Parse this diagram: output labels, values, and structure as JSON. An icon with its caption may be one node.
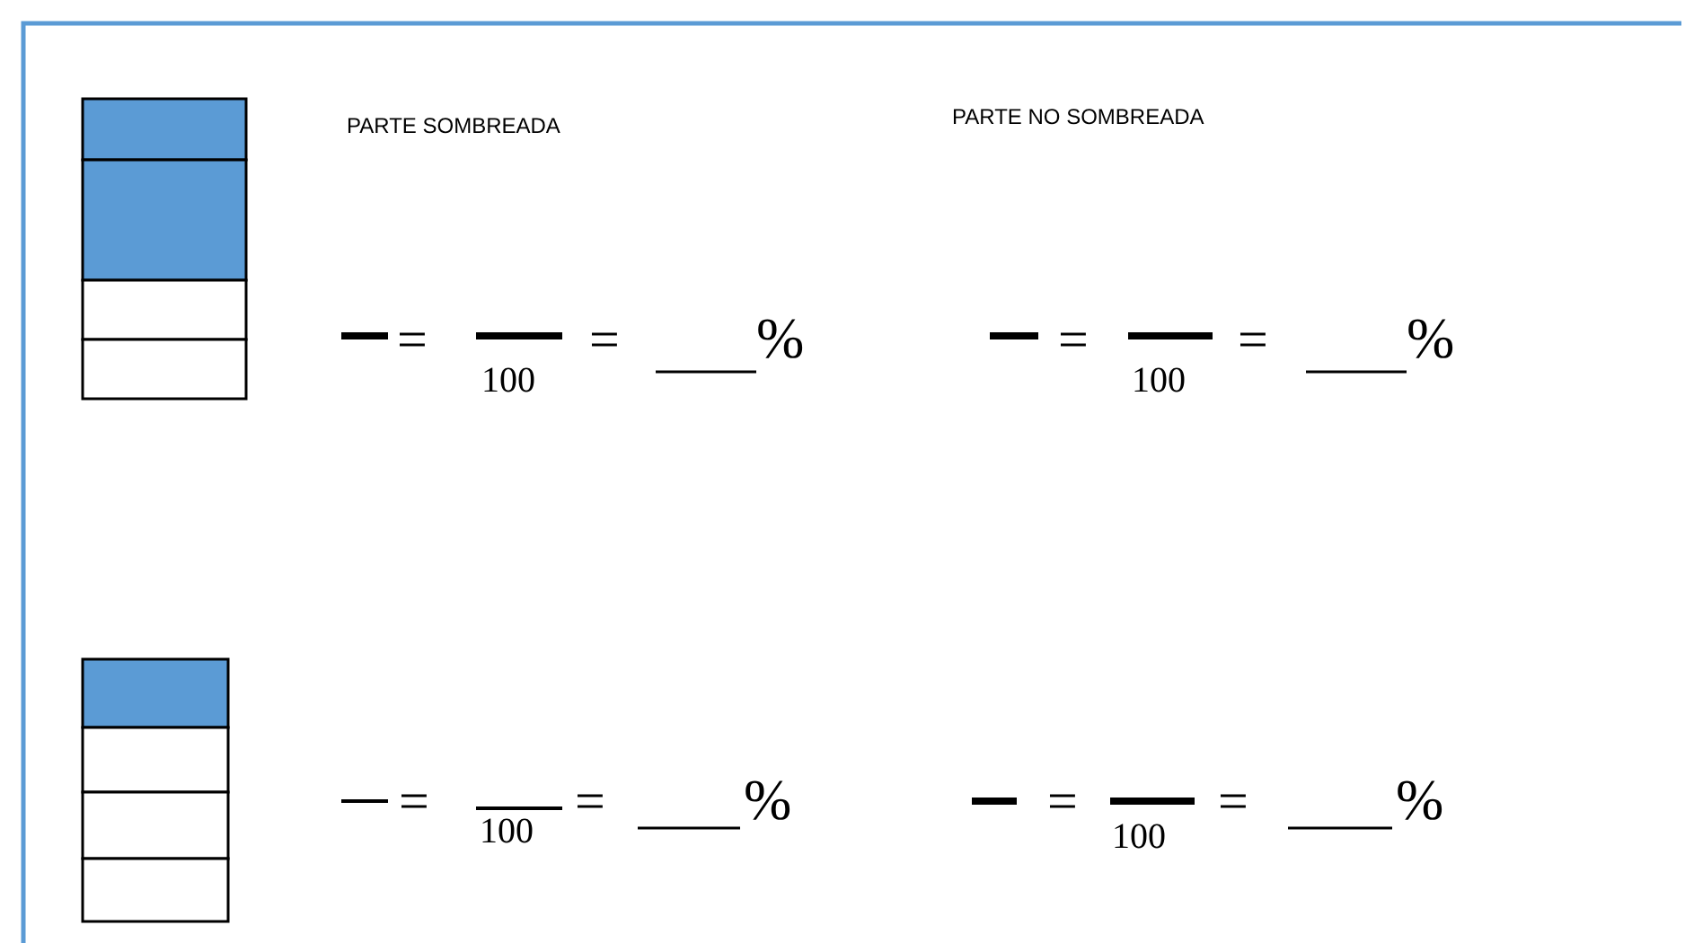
{
  "diagram": {
    "labels": [
      "PARTE SOMBREADA",
      "PARTE NO SOMBREADA",
      "=",
      "100",
      "=",
      "%",
      "=",
      "100",
      "=",
      "%",
      "=",
      "100",
      "=",
      "%",
      "=",
      "100",
      "=",
      "%"
    ]
  }
}
